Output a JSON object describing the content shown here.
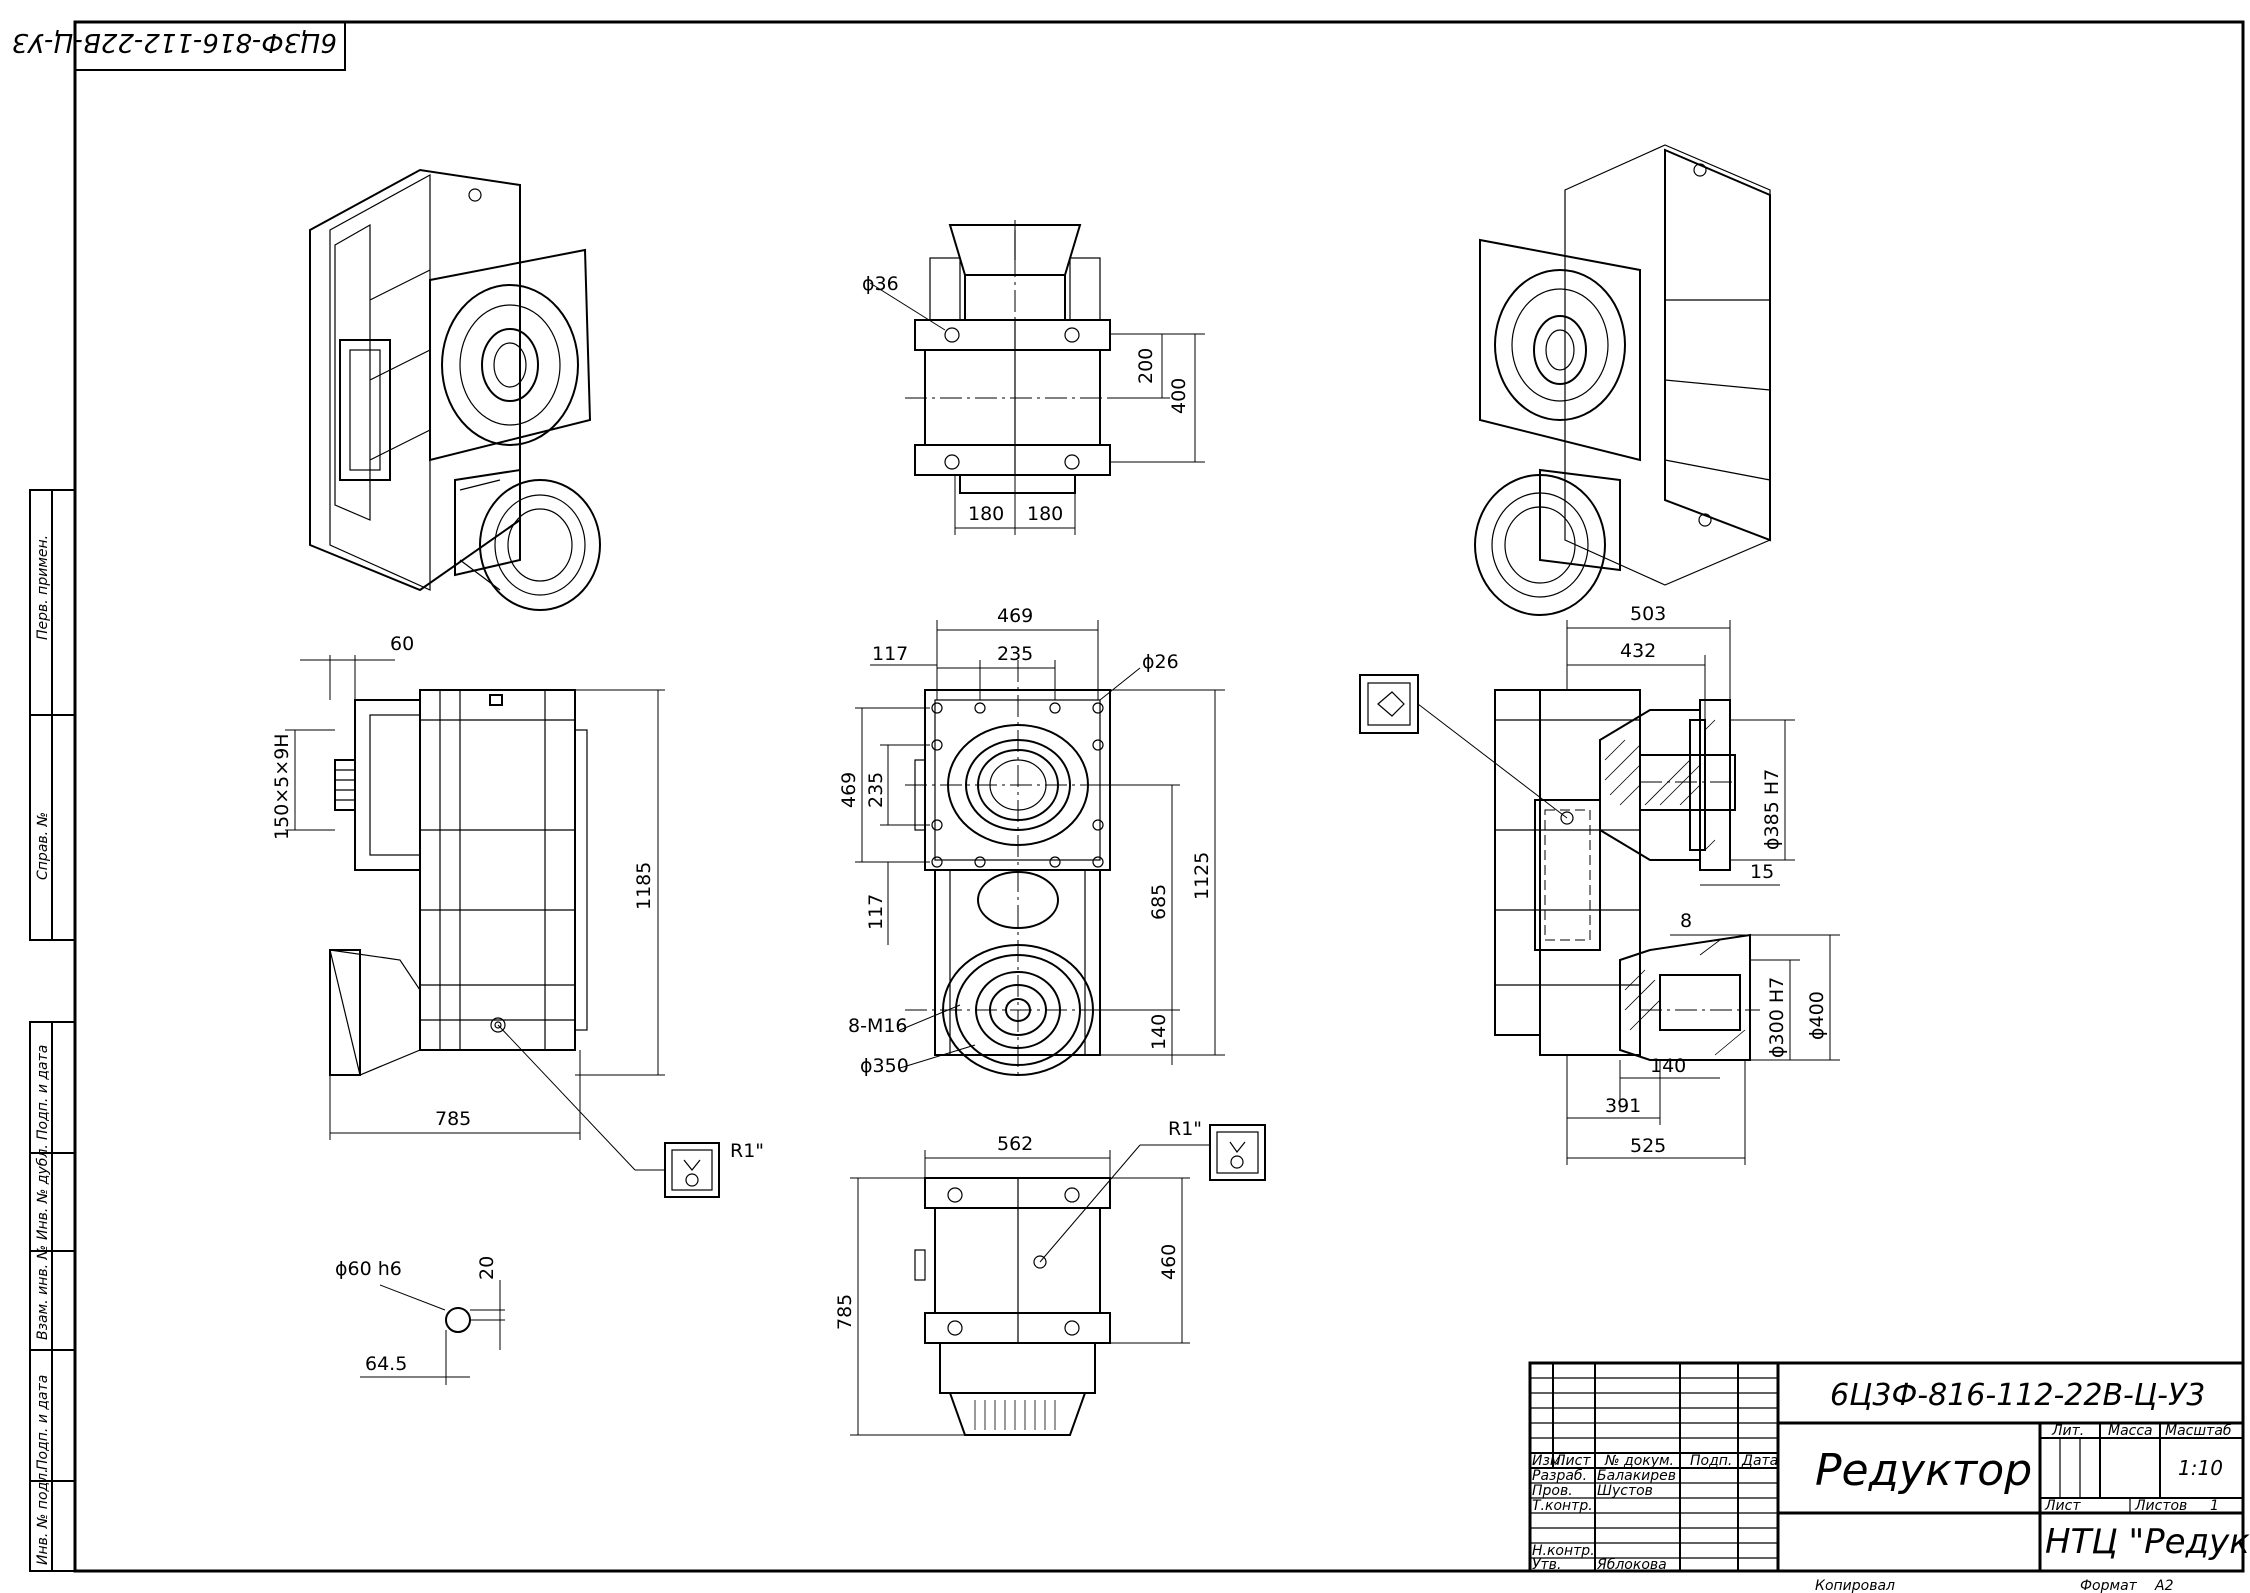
{
  "drawing": {
    "corner_code": "6Ц3Ф-816-112-22В-Ц-У3",
    "side_margin_labels": [
      "Перв. примен.",
      "Справ. №",
      "Подп. и дата",
      "Инв. № дубл.",
      "Взам. инв. №",
      "Подп. и дата",
      "Инв. № подл."
    ],
    "dimensions": {
      "phi36": "ϕ36",
      "d200": "200",
      "d400": "400",
      "d180a": "180",
      "d180b": "180",
      "d60": "60",
      "spline": "150×5×9H",
      "d1185": "1185",
      "d785a": "785",
      "d469top": "469",
      "d117top": "117",
      "d235top": "235",
      "phi26": "ϕ26",
      "d469left": "469",
      "d235left": "235",
      "d117left": "117",
      "d685": "685",
      "d1125": "1125",
      "d140mid": "140",
      "m16": "8-M16",
      "phi350": "ϕ350",
      "d503": "503",
      "d432": "432",
      "phi385": "ϕ385 H7",
      "d15": "15",
      "d8": "8",
      "phi300": "ϕ300 H7",
      "phi400": "ϕ400",
      "d140right": "140",
      "d391": "391",
      "d525": "525",
      "r1a": "R1\"",
      "r1b": "R1\"",
      "d562": "562",
      "d460": "460",
      "d785b": "785",
      "phi60": "ϕ60 h6",
      "d20": "20",
      "d645": "64.5"
    }
  },
  "title_block": {
    "doc_code": "6Ц3Ф-816-112-22В-Ц-У3",
    "title": "Редуктор",
    "company": "НТЦ \"Редуктор\"",
    "headers": {
      "izm": "Изм.",
      "list": "Лист",
      "doc_no": "№ докум.",
      "podp": "Подп.",
      "data": "Дата",
      "lit": "Лит.",
      "massa": "Масса",
      "masshtab": "Масштаб"
    },
    "roles": [
      "Разраб.",
      "Пров.",
      "Т.контр.",
      "Н.контр.",
      "Утв."
    ],
    "names": [
      "Балакирев",
      "Шустов",
      "Яблокова"
    ],
    "scale": "1:10",
    "sheet_label": "Лист",
    "sheets_label": "Листов",
    "sheets_count": "1",
    "copied": "Копировал",
    "format_label": "Формат",
    "format_value": "А2"
  }
}
